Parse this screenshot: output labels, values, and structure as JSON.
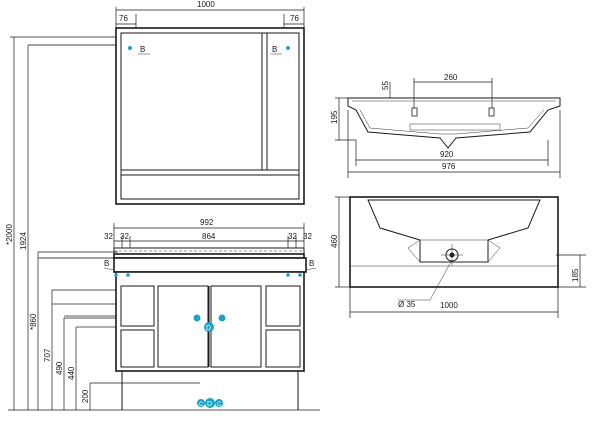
{
  "colors": {
    "line": "#1a1a1a",
    "leader": "#7d7d7d",
    "connector": "#1aa3c4"
  },
  "icons": {
    "connector": "connector-dot-icon",
    "drain": "drain-dot-icon"
  },
  "mirror_cabinet": {
    "width": "1000",
    "left_offset": "76",
    "right_offset": "76",
    "left_mark": "B",
    "right_mark": "B"
  },
  "vanity": {
    "width": "992",
    "inner_width": "864",
    "side_left_a": "32",
    "side_left_b": "32",
    "side_right_a": "32",
    "side_right_b": "32",
    "left_mark": "B",
    "right_mark": "B"
  },
  "heights": {
    "h2000": "*2000",
    "h1924": "1924",
    "h860": "*860",
    "h707": "707",
    "h490": "490",
    "h440": "440",
    "h200": "200"
  },
  "connectors": {
    "cold_hot_drain": "D",
    "floor_left": "C",
    "floor_mid": "D",
    "floor_right": "C"
  },
  "basin_side": {
    "tap_spacing": "260",
    "tap_height": "55",
    "depth": "195",
    "inner_width": "920",
    "outer_width": "976"
  },
  "basin_top": {
    "depth": "460",
    "drain_offset": "185",
    "drain_diameter": "Ø 35",
    "width": "1000"
  }
}
